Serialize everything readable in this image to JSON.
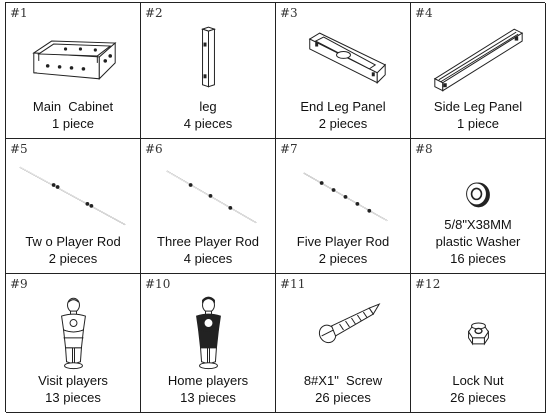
{
  "parts": [
    {
      "num": "#1",
      "name": "Main  Cabinet",
      "qty": "1 piece",
      "icon": "main-cabinet"
    },
    {
      "num": "#2",
      "name": "leg",
      "qty": "4 pieces",
      "icon": "leg"
    },
    {
      "num": "#3",
      "name": "End Leg Panel",
      "qty": "2 pieces",
      "icon": "end-leg-panel"
    },
    {
      "num": "#4",
      "name": "Side Leg Panel",
      "qty": "1 piece",
      "icon": "side-leg-panel"
    },
    {
      "num": "#5",
      "name": "Tw o Player Rod",
      "qty": "2 pieces",
      "icon": "player-rod"
    },
    {
      "num": "#6",
      "name": "Three Player Rod",
      "qty": "4 pieces",
      "icon": "player-rod"
    },
    {
      "num": "#7",
      "name": "Five Player Rod",
      "qty": "2 pieces",
      "icon": "player-rod"
    },
    {
      "num": "#8",
      "name": "5/8\"X38MM",
      "name2": "plastic Washer",
      "qty": "16 pieces",
      "icon": "washer"
    },
    {
      "num": "#9",
      "name": "Visit players",
      "qty": "13 pieces",
      "icon": "visit-player"
    },
    {
      "num": "#10",
      "name": "Home players",
      "qty": "13 pieces",
      "icon": "home-player"
    },
    {
      "num": "#11",
      "name": "8#X1\"  Screw",
      "qty": "26 pieces",
      "icon": "screw"
    },
    {
      "num": "#12",
      "name": "Lock Nut",
      "qty": "26 pieces",
      "icon": "lock-nut"
    }
  ]
}
